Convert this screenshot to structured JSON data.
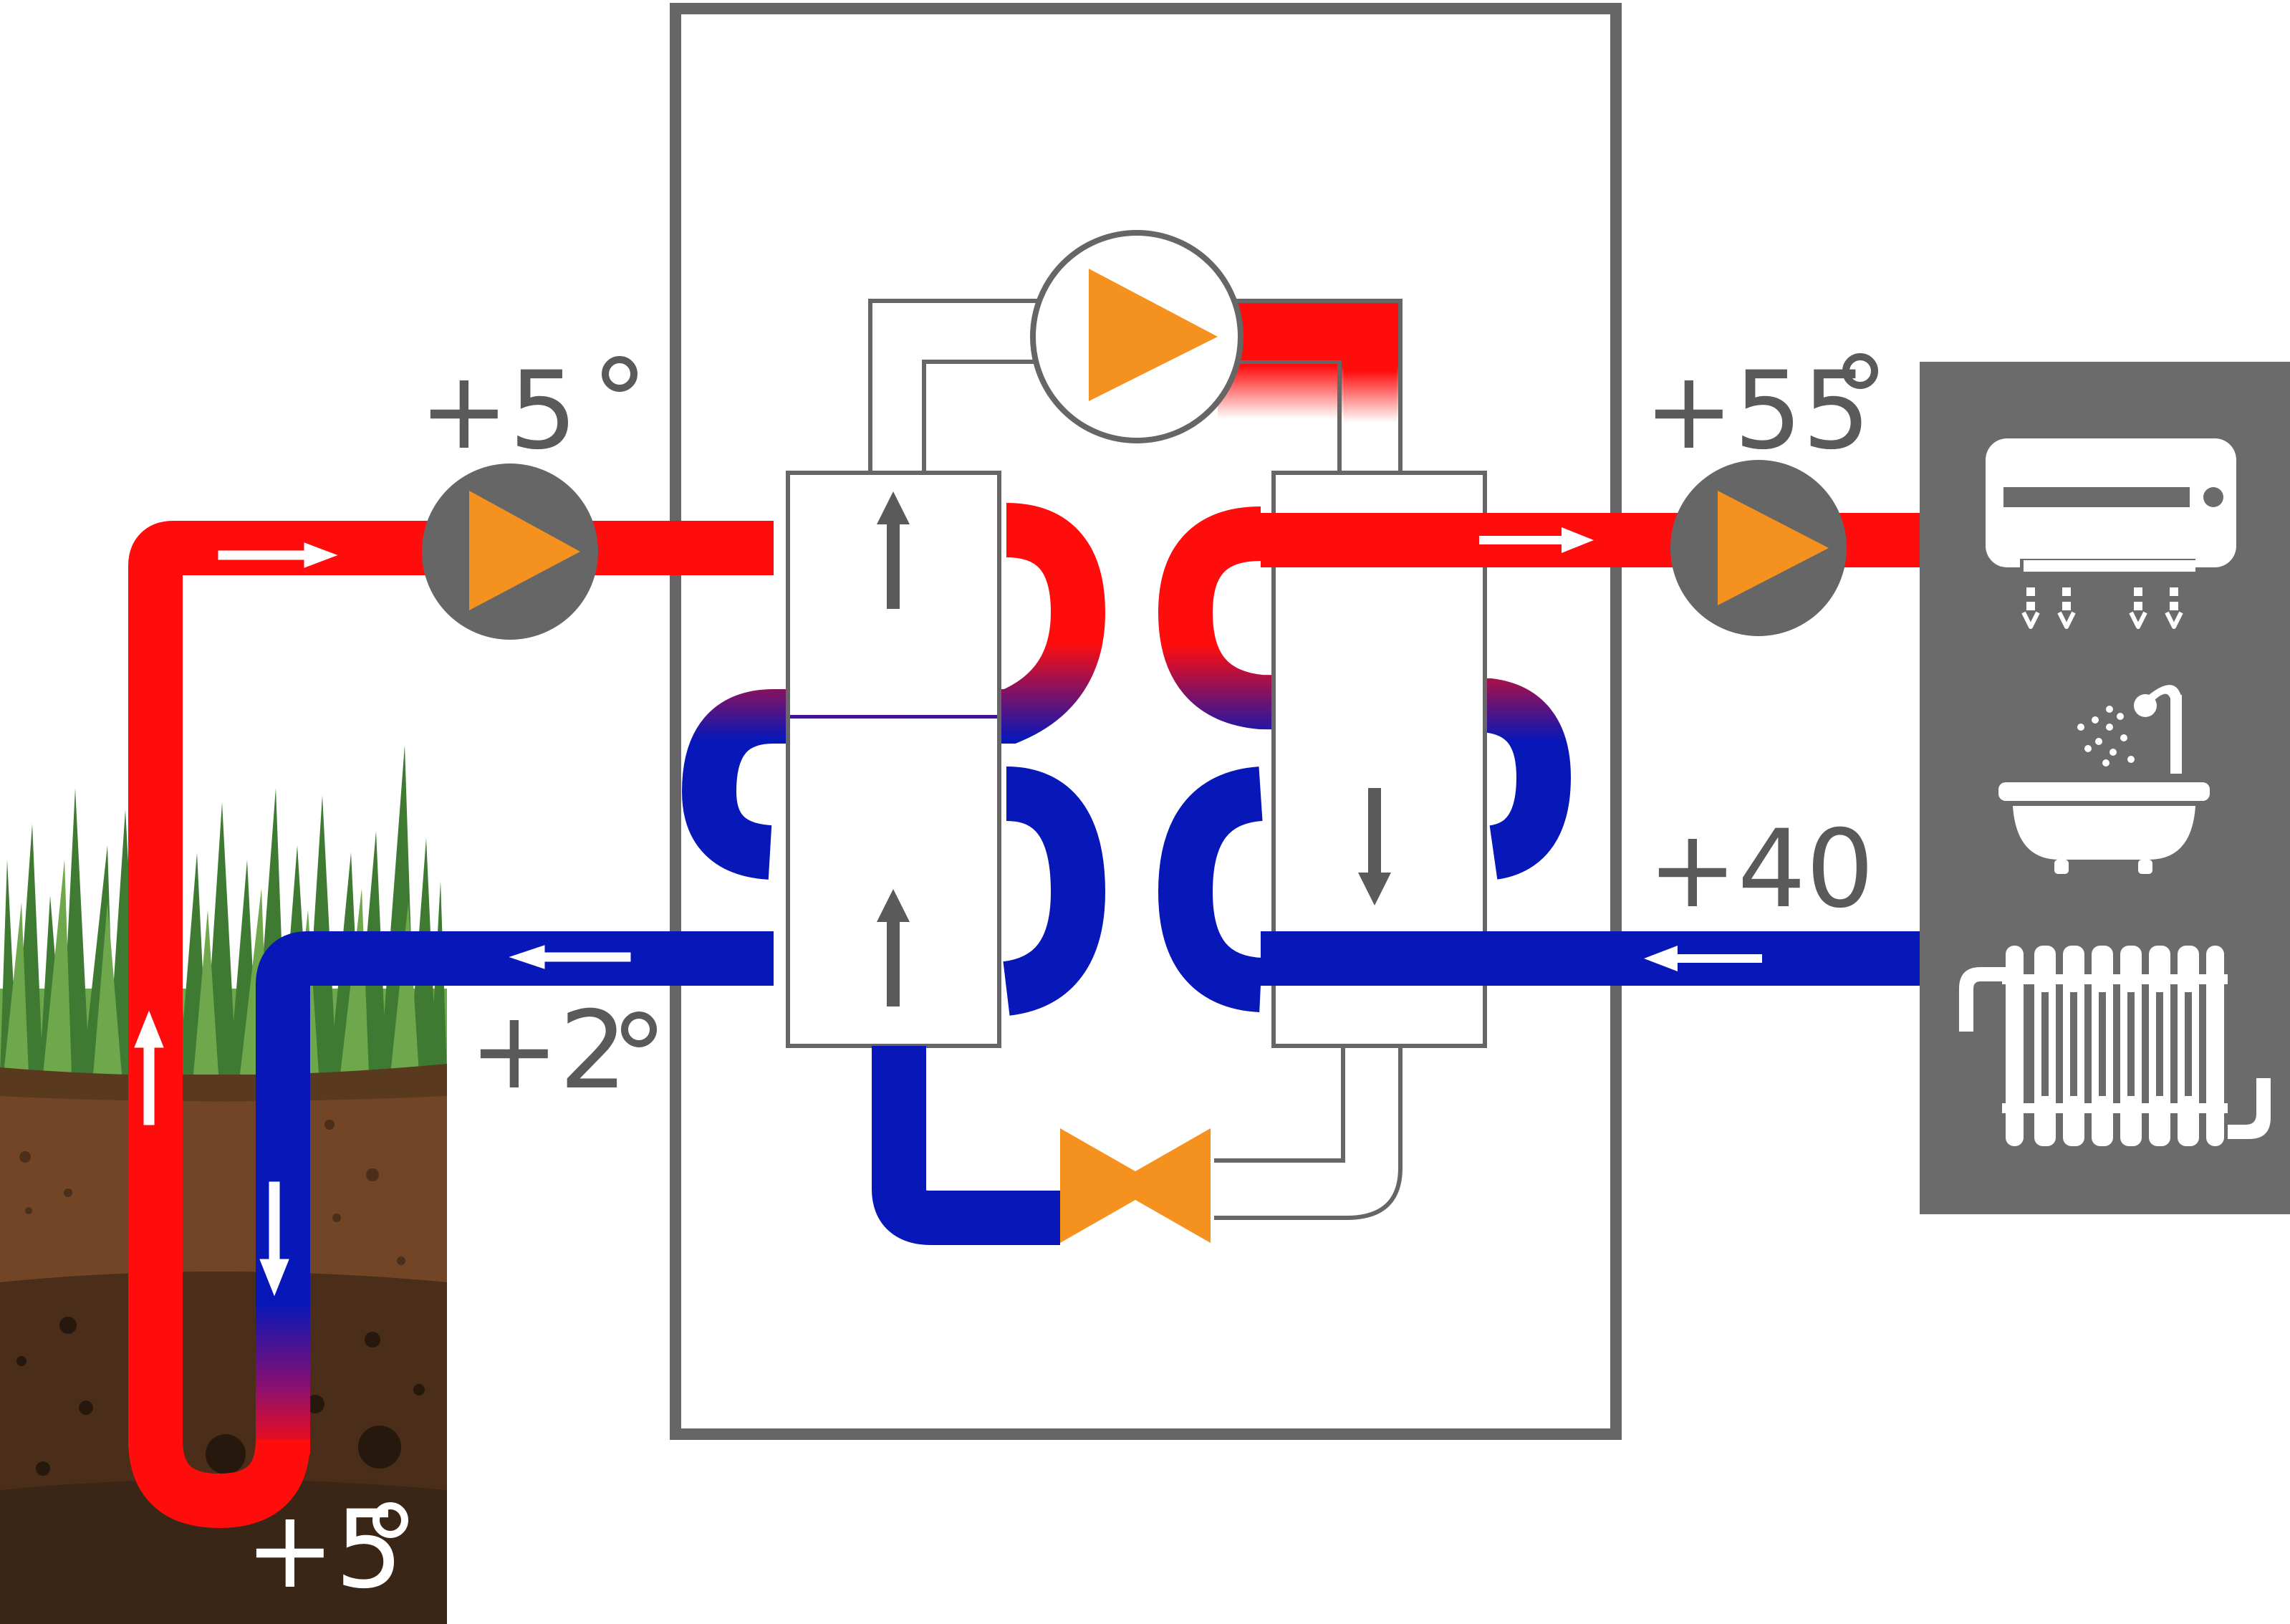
{
  "colors": {
    "hot": "#ff0d0d",
    "cold": "#0717b8",
    "frame": "#666666",
    "accent": "#f5921f",
    "label": "#5a5a5a",
    "panel": "#6b6b6b",
    "soil_top": "#5a3a1f",
    "soil_mid": "#734527",
    "soil_deep": "#4a2e19",
    "soil_bottom": "#3a2616",
    "grass_dark": "#3f7a32",
    "grass_light": "#6fa84c"
  },
  "labels": {
    "ground_supply_temp": "+5",
    "ground_return_temp": "+2",
    "borehole_temp": "+5",
    "heating_supply_temp": "+55",
    "heating_return_temp": "+40"
  },
  "icons": {
    "ground_pump": "circulation-pump-icon",
    "compressor": "compressor-icon",
    "heating_pump": "circulation-pump-icon",
    "expansion_valve": "expansion-valve-icon",
    "air_conditioner": "air-conditioner-icon",
    "shower_bath": "shower-bathtub-icon",
    "radiator": "radiator-icon"
  }
}
